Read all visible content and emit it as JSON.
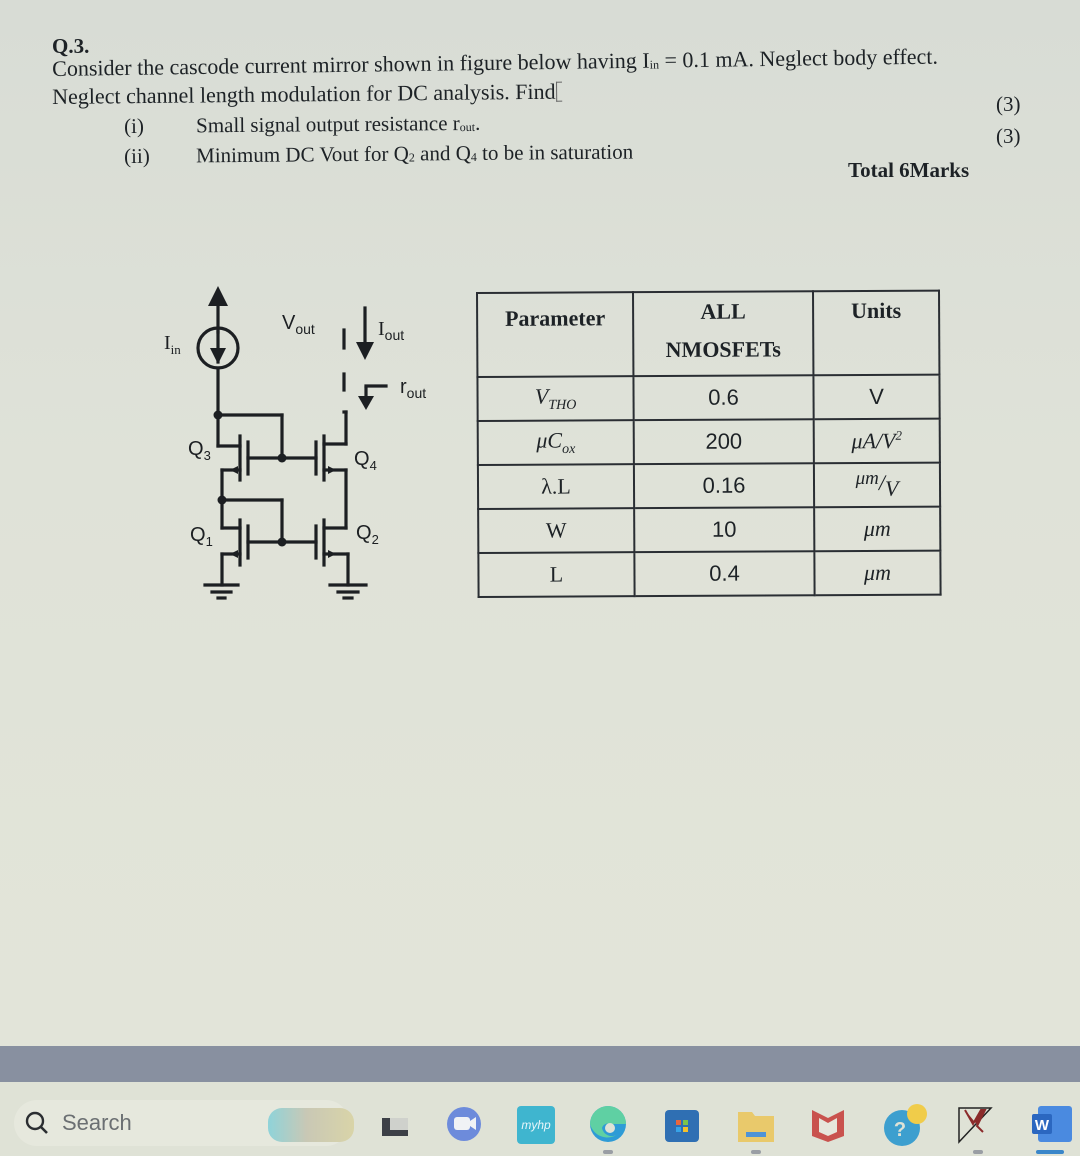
{
  "document": {
    "question_number": "Q.3.",
    "line1_a": "Consider the cascode current mirror shown in figure below having I",
    "line1_sub": "in",
    "line1_b": " = 0.1 mA. Neglect body effect.",
    "line2": "Neglect channel length modulation for DC analysis. Find",
    "items": [
      {
        "roman": "(i)",
        "text_a": "Small signal output resistance r",
        "text_sub": "out",
        "text_b": ".",
        "marks": "(3)"
      },
      {
        "roman": "(ii)",
        "text_a": "Minimum DC Vout for Q",
        "sub1": "2",
        "text_mid": " and Q",
        "sub2": "4",
        "text_b": " to be in saturation",
        "marks": "(3)"
      }
    ],
    "total_marks": "Total 6Marks"
  },
  "circuit": {
    "labels": {
      "iin": "I",
      "iin_sub": "in",
      "vout": "V",
      "vout_sub": "out",
      "iout": "I",
      "iout_sub": "out",
      "rout": "r",
      "rout_sub": "out",
      "q1": "Q",
      "q1_sub": "1",
      "q2": "Q",
      "q2_sub": "2",
      "q3": "Q",
      "q3_sub": "3",
      "q4": "Q",
      "q4_sub": "4"
    }
  },
  "table": {
    "headers": [
      "Parameter",
      "ALL",
      "NMOSFETs",
      "Units"
    ],
    "rows": [
      {
        "param": "V",
        "param_sub": "THO",
        "value": "0.6",
        "unit": "V"
      },
      {
        "param": "μC",
        "param_sub": "ox",
        "value": "200",
        "unit": "μA/V",
        "unit_sup": "2"
      },
      {
        "param": "λ.L",
        "param_sub": "",
        "value": "0.16",
        "unit": "μm",
        "unit_den": "V"
      },
      {
        "param": "W",
        "param_sub": "",
        "value": "10",
        "unit": "μm"
      },
      {
        "param": "L",
        "param_sub": "",
        "value": "0.4",
        "unit": "μm"
      }
    ]
  },
  "taskbar": {
    "search_placeholder": "Search",
    "apps": [
      {
        "name": "task-view",
        "color": "#3d4047"
      },
      {
        "name": "teams-meet",
        "color": "#5b7bd5"
      },
      {
        "name": "myhp",
        "label": "myhp",
        "color": "#3fb5cf"
      },
      {
        "name": "edge",
        "color": "#2e9bd6"
      },
      {
        "name": "store",
        "color": "#2f6fb3"
      },
      {
        "name": "file-explorer",
        "color": "#e9c96b"
      },
      {
        "name": "mcafee",
        "color": "#c9524e"
      },
      {
        "name": "get-help",
        "color": "#3d9fcf"
      },
      {
        "name": "snipping-tool",
        "color": "#8b2b2b"
      },
      {
        "name": "word",
        "label": "W",
        "color": "#2b67c0"
      }
    ]
  }
}
